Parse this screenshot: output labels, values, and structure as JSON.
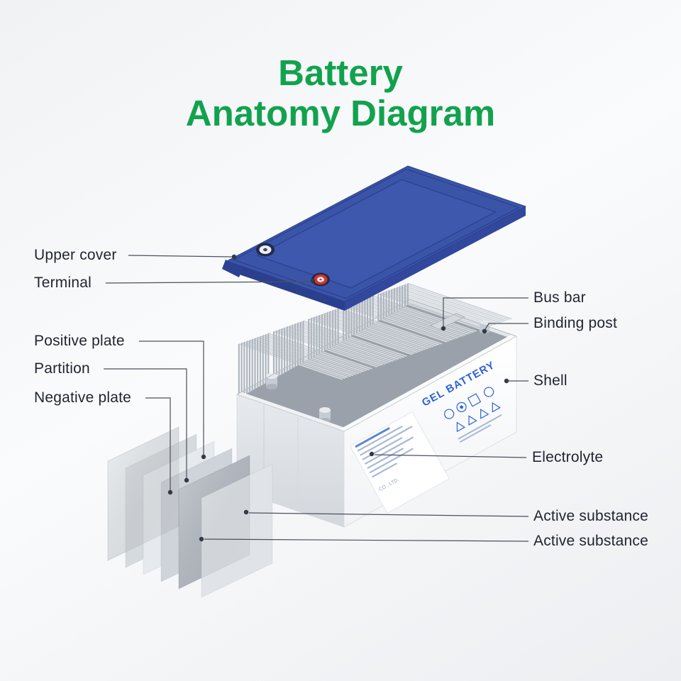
{
  "title": {
    "line1": "Battery",
    "line2": "Anatomy Diagram"
  },
  "labels": {
    "upper_cover": "Upper cover",
    "terminal": "Terminal",
    "positive_plate": "Positive plate",
    "partition": "Partition",
    "negative_plate": "Negative plate",
    "bus_bar": "Bus bar",
    "binding_post": "Binding post",
    "shell": "Shell",
    "electrolyte": "Electrolyte",
    "active_substance_top": "Active substance",
    "active_substance_bottom": "Active substance"
  },
  "battery_front": {
    "brand": "GEL BATTERY",
    "company": "CO., LTD."
  },
  "colors": {
    "title_green": "#12a24e",
    "cover_blue": "#3a55a8",
    "cover_blue_dark": "#2a3f8e",
    "terminal_red": "#e03228",
    "brand_blue": "#2e62d9",
    "label_text": "#1f2430",
    "leader_line": "#4b515c"
  }
}
